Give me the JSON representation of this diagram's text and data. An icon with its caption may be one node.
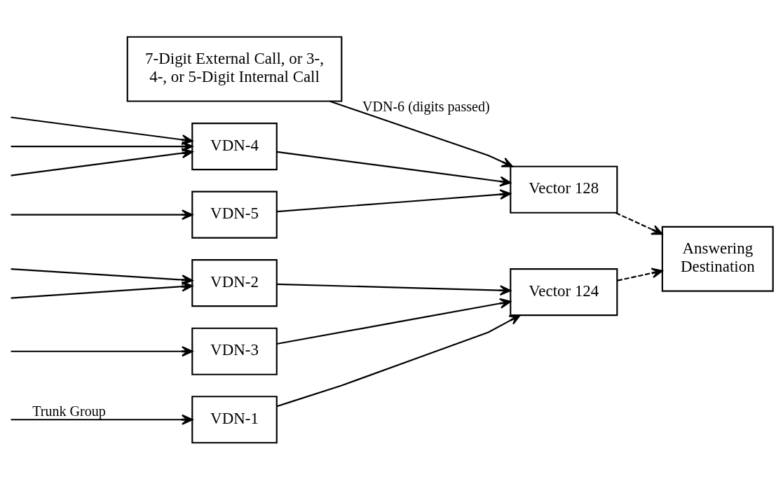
{
  "diagram": {
    "nodes": [
      {
        "text": [
          "VDN-1"
        ]
      },
      {
        "text": [
          "VDN-2"
        ]
      },
      {
        "text": [
          "VDN-3"
        ]
      },
      {
        "text": [
          "Vector 124"
        ]
      },
      {
        "text": [
          "7-Digit External Call, or 3-, 4-, or 5-Digit Internal Call"
        ]
      },
      {
        "text": [
          "VDN-4"
        ]
      },
      {
        "text": [
          "VDN-5"
        ]
      },
      {
        "text": [
          "Vector 128"
        ]
      },
      {
        "text": [
          "Answering Destination"
        ]
      }
    ],
    "edges": [
      {
        "from": null,
        "to": 0,
        "arrow": "to",
        "label": "Trunk Group"
      },
      {
        "from": null,
        "to": 1,
        "arrow": "to"
      },
      {
        "from": null,
        "to": 1,
        "arrow": "to"
      },
      {
        "from": null,
        "to": 2,
        "arrow": "to"
      },
      {
        "from": 0,
        "to": 3,
        "arrow": "to"
      },
      {
        "from": 1,
        "to": 3,
        "arrow": "to"
      },
      {
        "from": 2,
        "to": 3,
        "arrow": "to"
      },
      {
        "from": 4,
        "to": 7,
        "arrow": "to",
        "label": "VDN-6 (digits passed)"
      },
      {
        "from": null,
        "to": 5,
        "arrow": "to"
      },
      {
        "from": null,
        "to": 5,
        "arrow": "to"
      },
      {
        "from": null,
        "to": 5,
        "arrow": "to"
      },
      {
        "from": null,
        "to": 6,
        "arrow": "to"
      },
      {
        "from": 5,
        "to": 7,
        "arrow": "to"
      },
      {
        "from": 6,
        "to": 7,
        "arrow": "to"
      },
      {
        "from": 3,
        "to": 8,
        "arrow": "to",
        "style": "dashed"
      },
      {
        "from": 7,
        "to": 8,
        "arrow": "to",
        "style": "dashed"
      }
    ]
  }
}
